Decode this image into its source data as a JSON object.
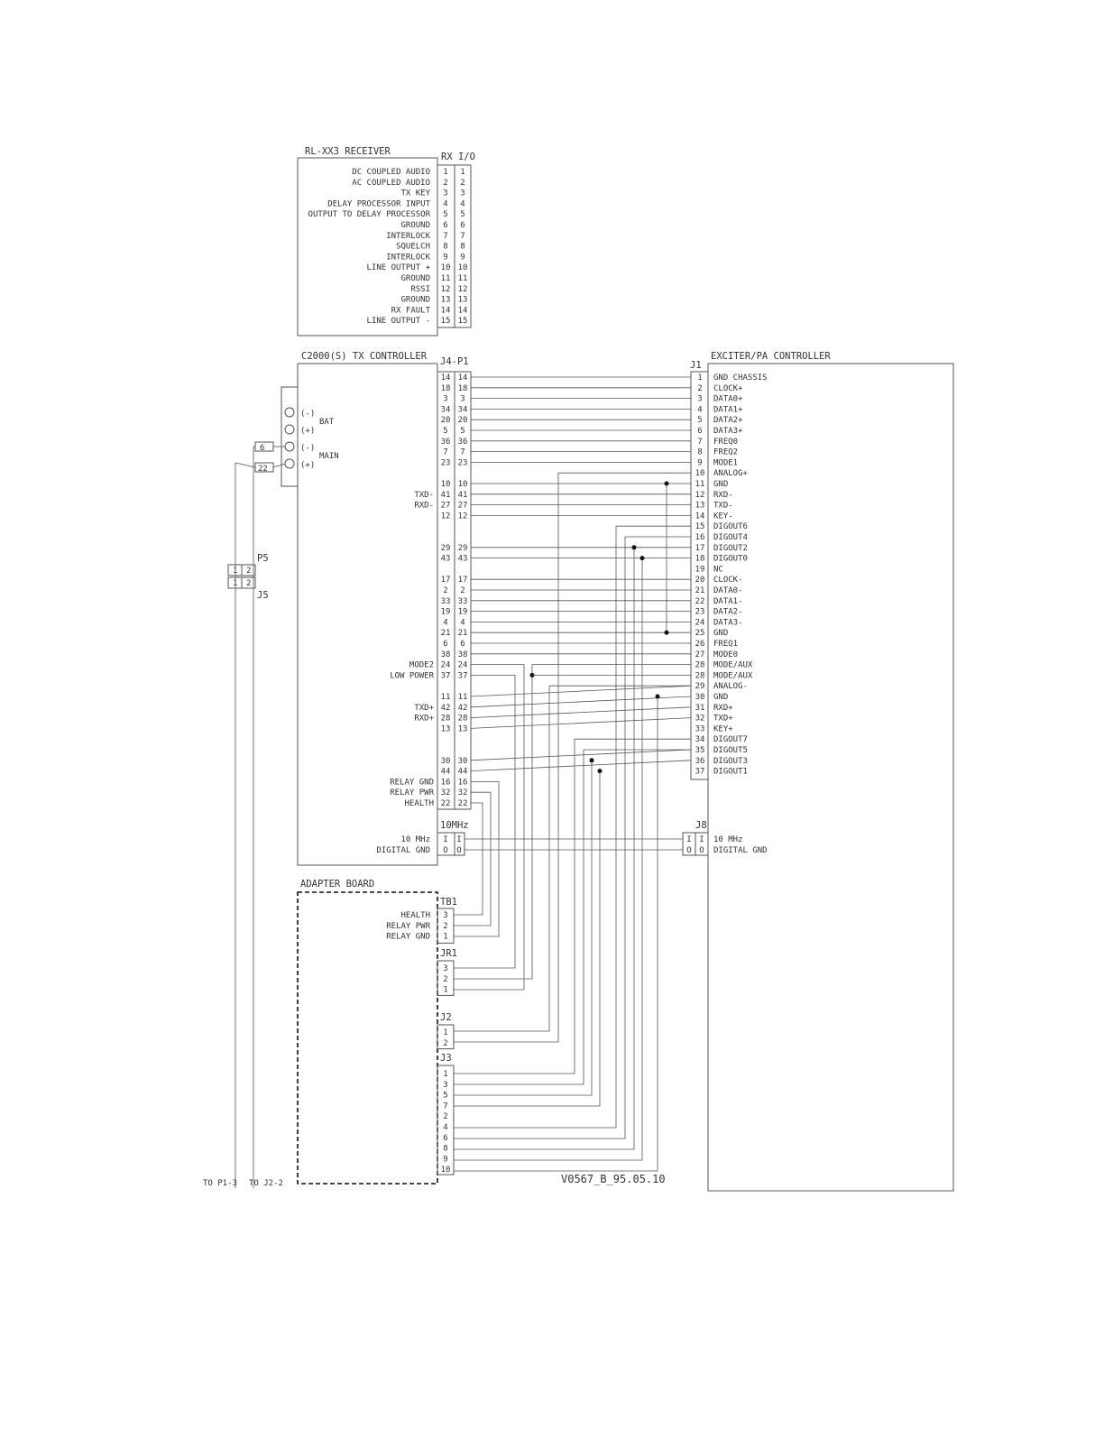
{
  "receiver": {
    "title": "RL-XX3 RECEIVER",
    "connector": "RX I/O",
    "pins": [
      {
        "label": "DC COUPLED AUDIO",
        "a": "1",
        "b": "1"
      },
      {
        "label": "AC COUPLED AUDIO",
        "a": "2",
        "b": "2"
      },
      {
        "label": "TX KEY",
        "a": "3",
        "b": "3"
      },
      {
        "label": "DELAY PROCESSOR INPUT",
        "a": "4",
        "b": "4"
      },
      {
        "label": "OUTPUT TO DELAY PROCESSOR",
        "a": "5",
        "b": "5"
      },
      {
        "label": "GROUND",
        "a": "6",
        "b": "6"
      },
      {
        "label": "INTERLOCK",
        "a": "7",
        "b": "7"
      },
      {
        "label": "SQUELCH",
        "a": "8",
        "b": "8"
      },
      {
        "label": "INTERLOCK",
        "a": "9",
        "b": "9"
      },
      {
        "label": "LINE OUTPUT +",
        "a": "10",
        "b": "10"
      },
      {
        "label": "GROUND",
        "a": "11",
        "b": "11"
      },
      {
        "label": "RSSI",
        "a": "12",
        "b": "12"
      },
      {
        "label": "GROUND",
        "a": "13",
        "b": "13"
      },
      {
        "label": "RX FAULT",
        "a": "14",
        "b": "14"
      },
      {
        "label": "LINE OUTPUT -",
        "a": "15",
        "b": "15"
      }
    ]
  },
  "tx": {
    "title": "C2000(S) TX CONTROLLER",
    "connector": "J4-P1",
    "pins": [
      {
        "label": "",
        "a": "14",
        "b": "14",
        "dest": 1
      },
      {
        "label": "",
        "a": "18",
        "b": "18",
        "dest": 2
      },
      {
        "label": "",
        "a": "3",
        "b": "3",
        "dest": 3
      },
      {
        "label": "",
        "a": "34",
        "b": "34",
        "dest": 4
      },
      {
        "label": "",
        "a": "20",
        "b": "20",
        "dest": 5
      },
      {
        "label": "",
        "a": "5",
        "b": "5",
        "dest": 6
      },
      {
        "label": "",
        "a": "36",
        "b": "36",
        "dest": 7
      },
      {
        "label": "",
        "a": "7",
        "b": "7",
        "dest": 8
      },
      {
        "label": "",
        "a": "23",
        "b": "23",
        "dest": 9
      },
      {
        "label": "",
        "a": "",
        "b": "",
        "dest": null
      },
      {
        "label": "",
        "a": "10",
        "b": "10",
        "dest": 11
      },
      {
        "label": "TXD-",
        "a": "41",
        "b": "41",
        "dest": 12
      },
      {
        "label": "RXD-",
        "a": "27",
        "b": "27",
        "dest": 13
      },
      {
        "label": "",
        "a": "12",
        "b": "12",
        "dest": 14
      },
      {
        "label": "",
        "a": "",
        "b": "",
        "dest": null
      },
      {
        "label": "",
        "a": "",
        "b": "",
        "dest": null
      },
      {
        "label": "",
        "a": "29",
        "b": "29",
        "dest": 17
      },
      {
        "label": "",
        "a": "43",
        "b": "43",
        "dest": 18
      },
      {
        "label": "",
        "a": "",
        "b": "",
        "dest": null
      },
      {
        "label": "",
        "a": "17",
        "b": "17",
        "dest": 20
      },
      {
        "label": "",
        "a": "2",
        "b": "2",
        "dest": 21
      },
      {
        "label": "",
        "a": "33",
        "b": "33",
        "dest": 22
      },
      {
        "label": "",
        "a": "19",
        "b": "19",
        "dest": 23
      },
      {
        "label": "",
        "a": "4",
        "b": "4",
        "dest": 24
      },
      {
        "label": "",
        "a": "21",
        "b": "21",
        "dest": 25
      },
      {
        "label": "",
        "a": "6",
        "b": "6",
        "dest": 26
      },
      {
        "label": "",
        "a": "38",
        "b": "38",
        "dest": 27
      },
      {
        "label": "MODE2",
        "a": "24",
        "b": "24",
        "dest": null
      },
      {
        "label": "LOW POWER",
        "a": "37",
        "b": "37",
        "dest": null
      },
      {
        "label": "",
        "a": "",
        "b": "",
        "dest": null
      },
      {
        "label": "",
        "a": "11",
        "b": "11",
        "dest": 30
      },
      {
        "label": "TXD+",
        "a": "42",
        "b": "42",
        "dest": 31
      },
      {
        "label": "RXD+",
        "a": "28",
        "b": "28",
        "dest": 32
      },
      {
        "label": "",
        "a": "13",
        "b": "13",
        "dest": 33
      },
      {
        "label": "",
        "a": "",
        "b": "",
        "dest": null
      },
      {
        "label": "",
        "a": "",
        "b": "",
        "dest": null
      },
      {
        "label": "",
        "a": "30",
        "b": "30",
        "dest": 36
      },
      {
        "label": "",
        "a": "44",
        "b": "44",
        "dest": 37
      },
      {
        "label": "RELAY GND",
        "a": "16",
        "b": "16",
        "dest": null
      },
      {
        "label": "RELAY PWR",
        "a": "32",
        "b": "32",
        "dest": null
      },
      {
        "label": "HEALTH",
        "a": "22",
        "b": "22",
        "dest": null
      }
    ],
    "bat_label": "BAT",
    "main_label": "MAIN",
    "terminals": [
      "(-)",
      "(+)",
      "(-)",
      "(+)"
    ],
    "tag_main_neg": "6",
    "tag_main_pos": "22",
    "tenmhz_connector": "10MHz",
    "tenmhz_pins": [
      {
        "label": "10 MHz",
        "a": "I",
        "b": "I"
      },
      {
        "label": "DIGITAL GND",
        "a": "O",
        "b": "O"
      }
    ]
  },
  "exciter": {
    "title": "EXCITER/PA CONTROLLER",
    "connector": "J1",
    "pins": [
      {
        "num": "1",
        "label": "GND CHASSIS"
      },
      {
        "num": "2",
        "label": "CLOCK+"
      },
      {
        "num": "3",
        "label": "DATA0+"
      },
      {
        "num": "4",
        "label": "DATA1+"
      },
      {
        "num": "5",
        "label": "DATA2+"
      },
      {
        "num": "6",
        "label": "DATA3+"
      },
      {
        "num": "7",
        "label": "FREQ0"
      },
      {
        "num": "8",
        "label": "FREQ2"
      },
      {
        "num": "9",
        "label": "MODE1"
      },
      {
        "num": "10",
        "label": "ANALOG+"
      },
      {
        "num": "11",
        "label": "GND"
      },
      {
        "num": "12",
        "label": "RXD-"
      },
      {
        "num": "13",
        "label": "TXD-"
      },
      {
        "num": "14",
        "label": "KEY-"
      },
      {
        "num": "15",
        "label": "DIGOUT6"
      },
      {
        "num": "16",
        "label": "DIGOUT4"
      },
      {
        "num": "17",
        "label": "DIGOUT2"
      },
      {
        "num": "18",
        "label": "DIGOUT0"
      },
      {
        "num": "19",
        "label": "NC"
      },
      {
        "num": "20",
        "label": "CLOCK-"
      },
      {
        "num": "21",
        "label": "DATA0-"
      },
      {
        "num": "22",
        "label": "DATA1-"
      },
      {
        "num": "23",
        "label": "DATA2-"
      },
      {
        "num": "24",
        "label": "DATA3-"
      },
      {
        "num": "25",
        "label": "GND"
      },
      {
        "num": "26",
        "label": "FREQ1"
      },
      {
        "num": "27",
        "label": "MODE0"
      },
      {
        "num": "28",
        "label": "MODE/AUX"
      },
      {
        "num": "28",
        "label": "MODE/AUX"
      },
      {
        "num": "29",
        "label": "ANALOG-"
      },
      {
        "num": "30",
        "label": "GND"
      },
      {
        "num": "31",
        "label": "RXD+"
      },
      {
        "num": "32",
        "label": "TXD+"
      },
      {
        "num": "33",
        "label": "KEY+"
      },
      {
        "num": "34",
        "label": "DIGOUT7"
      },
      {
        "num": "35",
        "label": "DIGOUT5"
      },
      {
        "num": "36",
        "label": "DIGOUT3"
      },
      {
        "num": "37",
        "label": "DIGOUT1"
      }
    ],
    "j8_connector": "J8",
    "j8_pins": [
      {
        "a": "I",
        "b": "I",
        "label": "10 MHz"
      },
      {
        "a": "O",
        "b": "O",
        "label": "DIGITAL GND"
      }
    ]
  },
  "adapter": {
    "title": "ADAPTER BOARD",
    "tb1": {
      "name": "TB1",
      "pins": [
        {
          "label": "HEALTH",
          "num": "3"
        },
        {
          "label": "RELAY PWR",
          "num": "2"
        },
        {
          "label": "RELAY GND",
          "num": "1"
        }
      ]
    },
    "jr1": {
      "name": "JR1",
      "pins": [
        "3",
        "2",
        "1"
      ]
    },
    "j2": {
      "name": "J2",
      "pins": [
        "1",
        "2"
      ]
    },
    "j3": {
      "name": "J3",
      "pins": [
        "1",
        "3",
        "5",
        "7",
        "2",
        "4",
        "6",
        "8",
        "9",
        "10"
      ]
    }
  },
  "p5": {
    "name": "P5",
    "pins": [
      "1",
      "2"
    ]
  },
  "j5": {
    "name": "J5",
    "pins": [
      "1",
      "2"
    ]
  },
  "bottom_left_1": "TO P1-3",
  "bottom_left_2": "TO J2-2",
  "drawing_id": "V0567_B_95.05.10"
}
